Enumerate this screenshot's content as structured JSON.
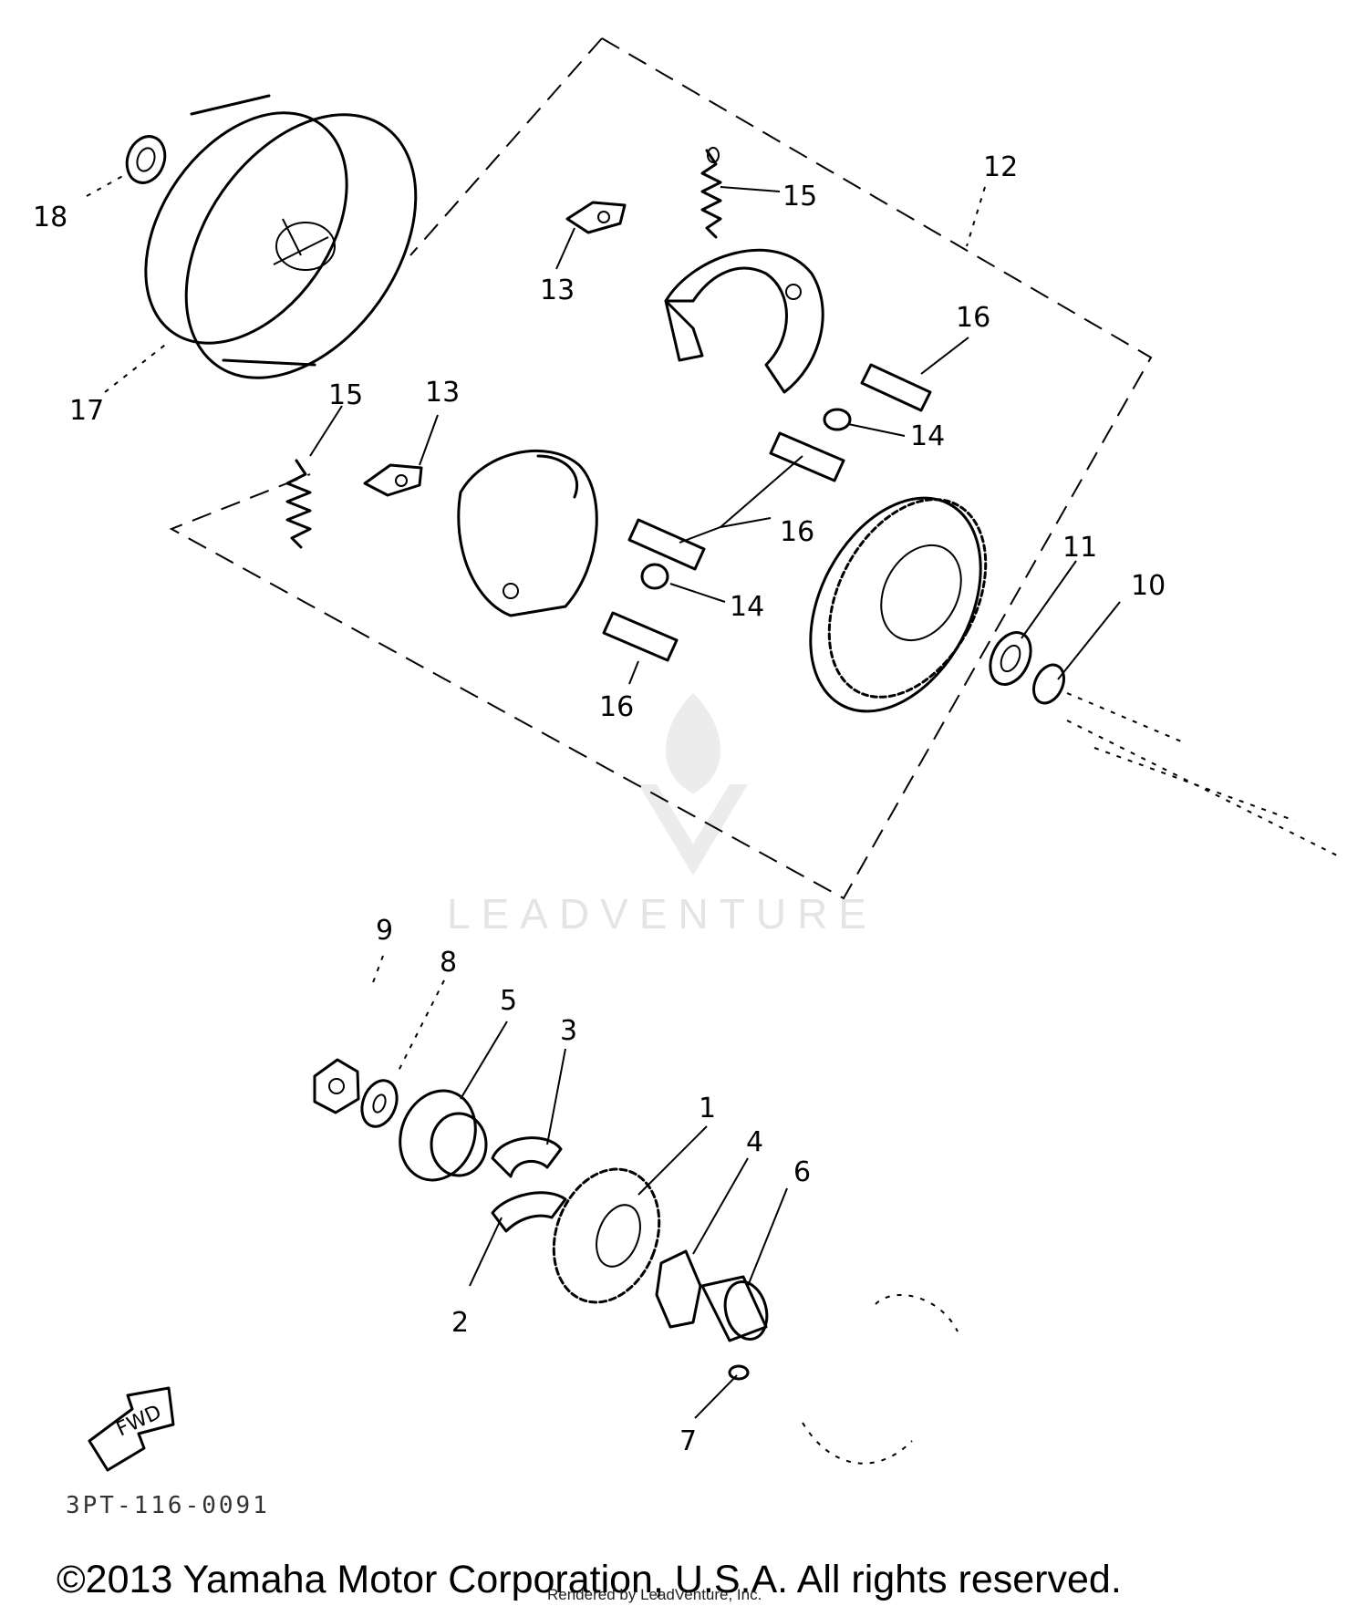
{
  "diagram": {
    "callouts": {
      "c1": "1",
      "c2": "2",
      "c3": "3",
      "c4": "4",
      "c5": "5",
      "c6": "6",
      "c7": "7",
      "c8": "8",
      "c9": "9",
      "c10": "10",
      "c11": "11",
      "c12": "12",
      "c13a": "13",
      "c13b": "13",
      "c14a": "14",
      "c14b": "14",
      "c15a": "15",
      "c15b": "15",
      "c16a": "16",
      "c16b": "16",
      "c16c": "16",
      "c17": "17",
      "c18": "18"
    },
    "direction_label": "FWD",
    "diagram_code": "3PT-116-0091"
  },
  "watermark": {
    "brand": "LEADVENTURE"
  },
  "footer": {
    "copyright": "©2013 Yamaha Motor Corporation, U.S.A. All rights reserved.",
    "rendered_by": "Rendered by LeadVenture, Inc."
  }
}
